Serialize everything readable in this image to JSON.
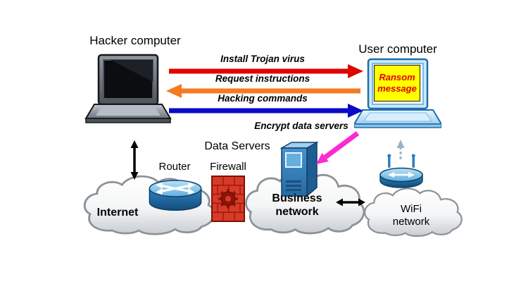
{
  "diagram": {
    "nodes": {
      "hacker_computer": "Hacker computer",
      "user_computer": "User computer",
      "ransom_message": "Ransom message",
      "data_servers": "Data Servers",
      "internet": "Internet",
      "router": "Router",
      "firewall": "Firewall",
      "business_network": "Business network",
      "wifi_network": "WiFi network"
    },
    "flows": {
      "install_trojan": {
        "label": "Install Trojan virus",
        "color": "#e00600"
      },
      "request_instructions": {
        "label": "Request instructions",
        "color": "#f57b20"
      },
      "hacking_commands": {
        "label": "Hacking commands",
        "color": "#0a0ac8"
      },
      "encrypt_data_servers": {
        "label": "Encrypt data servers",
        "color": "#fb2ad2"
      }
    },
    "colors": {
      "ransom_bg": "#ffff00",
      "ransom_text": "#e00000",
      "link_arrow": "#000000",
      "wireless_link": "#9ab4c4"
    }
  }
}
